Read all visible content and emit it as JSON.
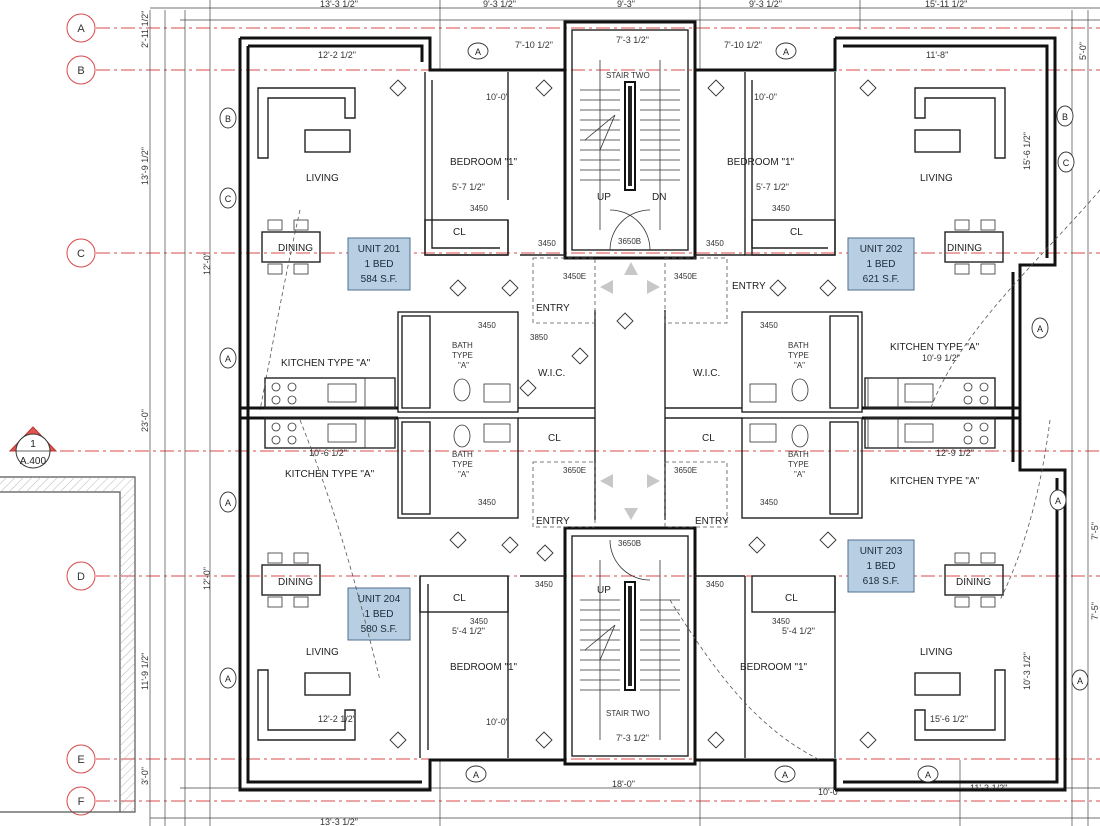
{
  "grid_lines": [
    "A",
    "B",
    "C",
    "D",
    "E",
    "F"
  ],
  "section_marker": {
    "number": "1",
    "sheet": "A.400"
  },
  "units": [
    {
      "name": "UNIT 201",
      "type": "1 BED",
      "area": "584 S.F."
    },
    {
      "name": "UNIT 202",
      "type": "1 BED",
      "area": "621 S.F."
    },
    {
      "name": "UNIT 203",
      "type": "1 BED",
      "area": "618 S.F."
    },
    {
      "name": "UNIT 204",
      "type": "1 BED",
      "area": "580 S.F."
    }
  ],
  "rooms": {
    "living": "LIVING",
    "bedroom": "BEDROOM \"1\"",
    "dining": "DINING",
    "closet": "CL",
    "entry": "ENTRY",
    "wic": "W.I.C.",
    "bath": "BATH",
    "bath_type": "TYPE",
    "bath_a": "\"A\"",
    "kitchen": "KITCHEN TYPE \"A\"",
    "stair": "STAIR TWO",
    "up": "UP",
    "dn": "DN"
  },
  "door_tags": [
    "3450",
    "3650B",
    "3450E",
    "3850",
    "3650E"
  ],
  "dimensions": {
    "top": [
      "13'-3 1/2\"",
      "9'-3 1/2\"",
      "9'-3\"",
      "9'-3 1/2\"",
      "15'-11 1/2\""
    ],
    "bottom": [
      "13'-3 1/2\"",
      "18'-0\"",
      "10'-0\"",
      "11'-3 1/2\""
    ],
    "room": [
      "12'-2 1/2\"",
      "11'-8\"",
      "10'-0\"",
      "7'-10 1/2\"",
      "7'-3 1/2\"",
      "12'-2 1/2\"",
      "15'-6 1/2\"",
      "10'-0\"",
      "5'-7 1/2\"",
      "5'-4 1/2\"",
      "10'-6 1/2\"",
      "12'-9 1/2\"",
      "10'-9 1/2\""
    ],
    "left": [
      "2'-11 1/2\"",
      "13'-9 1/2\"",
      "12'-0\"",
      "23'-0\"",
      "12'-0\"",
      "11'-9 1/2\"",
      "3'-0\""
    ],
    "right": [
      "5'-0\"",
      "15'-6 1/2\"",
      "7'-5\"",
      "10'-3 1/2\"",
      "7'-5\""
    ]
  }
}
